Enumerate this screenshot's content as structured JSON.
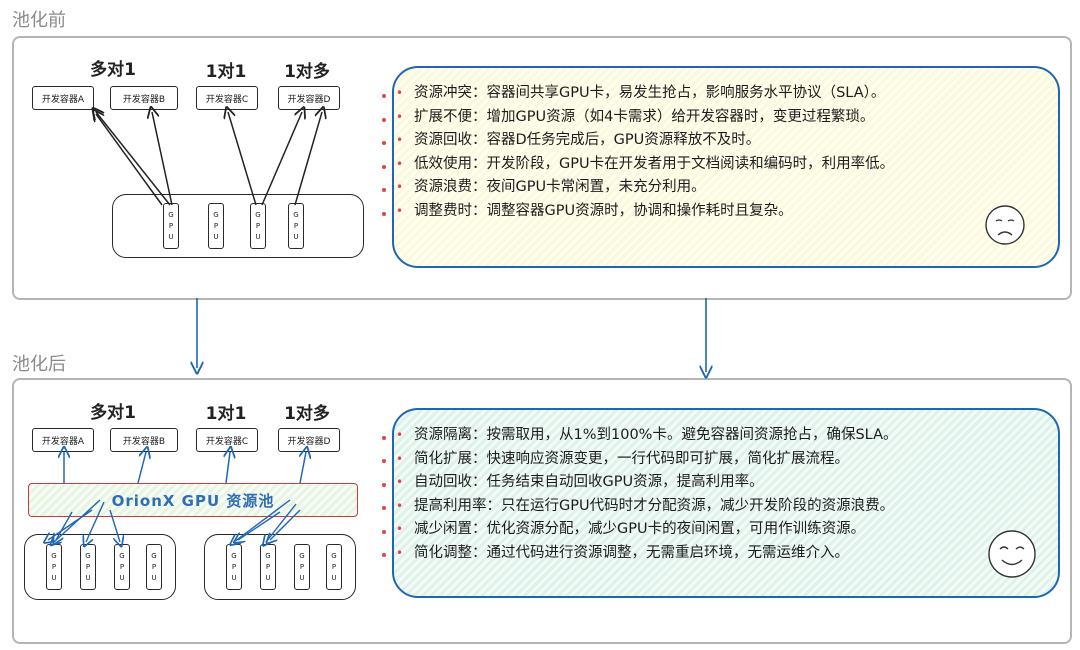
{
  "before": {
    "title": "池化前",
    "ratios": [
      "多对1",
      "1对1",
      "1对多"
    ],
    "containers": [
      "开发容器A",
      "开发容器B",
      "开发容器C",
      "开发容器D"
    ],
    "gpu_label": [
      "G",
      "P",
      "U"
    ],
    "points": [
      "资源冲突：容器间共享GPU卡，易发生抢占，影响服务水平协议（SLA）。",
      "扩展不便：增加GPU资源（如4卡需求）给开发容器时，变更过程繁琐。",
      "资源回收：容器D任务完成后，GPU资源释放不及时。",
      "低效使用：开发阶段，GPU卡在开发者用于文档阅读和编码时，利用率低。",
      "资源浪费：夜间GPU卡常闲置，未充分利用。",
      "调整费时：调整容器GPU资源时，协调和操作耗时且复杂。"
    ],
    "face_icon": "sad-face-icon"
  },
  "after": {
    "title": "池化后",
    "ratios": [
      "多对1",
      "1对1",
      "1对多"
    ],
    "containers": [
      "开发容器A",
      "开发容器B",
      "开发容器C",
      "开发容器D"
    ],
    "pool_label": "OrionX GPU 资源池",
    "gpu_label": [
      "G",
      "P",
      "U"
    ],
    "points": [
      "资源隔离：按需取用，从1%到100%卡。避免容器间资源抢占，确保SLA。",
      "简化扩展：快速响应资源变更，一行代码即可扩展，简化扩展流程。",
      "自动回收：任务结束自动回收GPU资源，提高利用率。",
      "提高利用率：只在运行GPU代码时才分配资源，减少开发阶段的资源浪费。",
      "减少闲置：优化资源分配，减少GPU卡的夜间闲置，可用作训练资源。",
      "简化调整：通过代码进行资源调整，无需重启环境，无需运维介入。"
    ],
    "face_icon": "smile-face-icon"
  },
  "colors": {
    "arrow_blue": "#1f66b5",
    "bullet_red": "#e04545",
    "pool_border": "#d23a3a",
    "panel_border": "#b5b5b5"
  }
}
